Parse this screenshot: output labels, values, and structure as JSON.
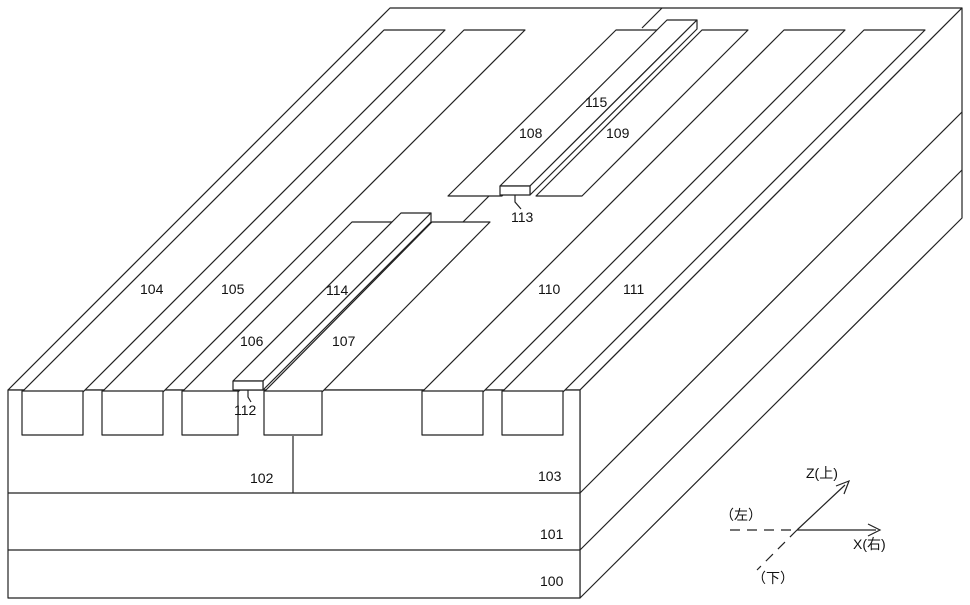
{
  "labels": {
    "l100": "100",
    "l101": "101",
    "l102": "102",
    "l103": "103",
    "l104": "104",
    "l105": "105",
    "l106": "106",
    "l107": "107",
    "l108": "108",
    "l109": "109",
    "l110": "110",
    "l111": "111",
    "l112": "112",
    "l113": "113",
    "l114": "114",
    "l115": "115"
  },
  "axes": {
    "z": "Z(上)",
    "x": "X(右)",
    "left": "（左）",
    "down": "（下）"
  }
}
